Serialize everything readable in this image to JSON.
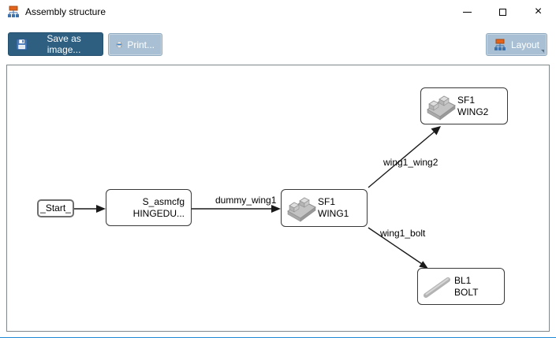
{
  "window": {
    "title": "Assembly structure",
    "close_glyph": "×"
  },
  "toolbar": {
    "save_label": "Save as image...",
    "print_label": "Print...",
    "layout_label": "Layout"
  },
  "diagram": {
    "nodes": {
      "start": {
        "label": "_Start_"
      },
      "hinge": {
        "line1": "S_asmcfg",
        "line2": "HINGEDU..."
      },
      "wing1": {
        "line1": "SF1",
        "line2": "WING1"
      },
      "wing2": {
        "line1": "SF1",
        "line2": "WING2"
      },
      "bolt": {
        "line1": "BL1",
        "line2": "BOLT"
      }
    },
    "edges": [
      {
        "from": "_Start_",
        "to": "S_asmcfg",
        "label": ""
      },
      {
        "from": "S_asmcfg",
        "to": "WING1",
        "label": "dummy_wing1"
      },
      {
        "from": "WING1",
        "to": "WING2",
        "label": "wing1_wing2"
      },
      {
        "from": "WING1",
        "to": "BOLT",
        "label": "wing1_bolt"
      }
    ]
  },
  "colors": {
    "primary_button_bg": "#2e5f81",
    "secondary_button_bg": "#a9c0d4",
    "panel_border": "#7f878b",
    "icon_orange": "#e4631a",
    "icon_blue": "#3f72ab",
    "edge_stroke": "#1a1a1a"
  }
}
